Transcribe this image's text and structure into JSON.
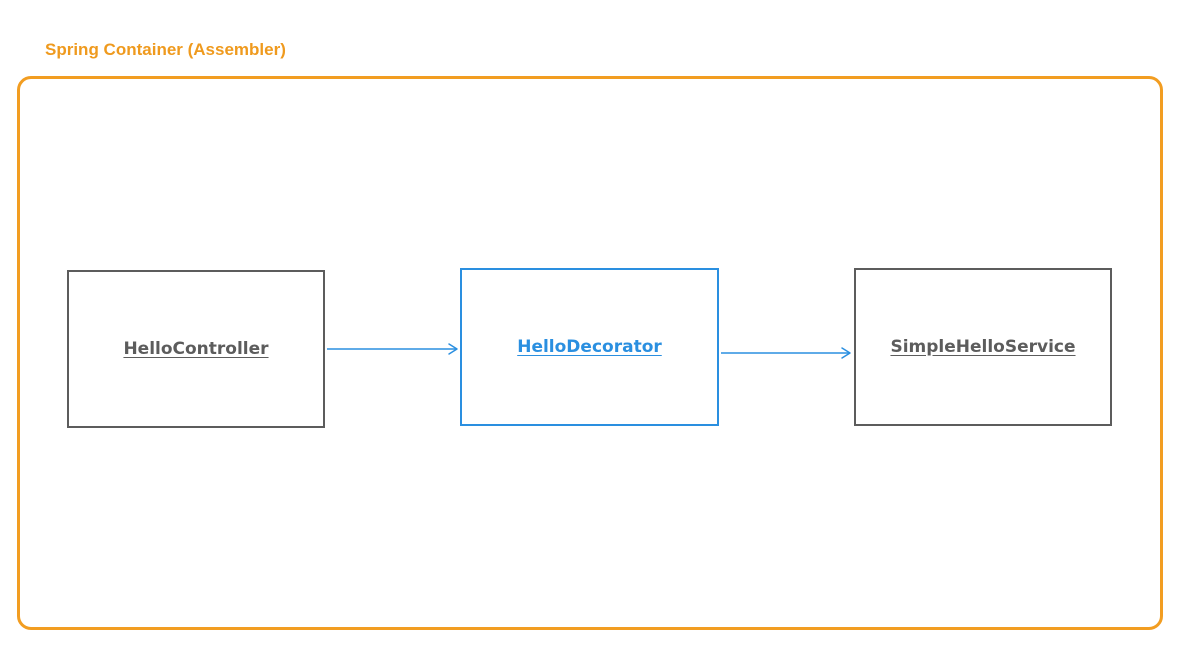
{
  "container": {
    "title": "Spring Container (Assembler)",
    "border_color": "#f29d21",
    "title_color": "#ef9a1e"
  },
  "nodes": [
    {
      "id": "controller",
      "label": "HelloController",
      "color": "#5c5c5c"
    },
    {
      "id": "decorator",
      "label": "HelloDecorator",
      "color": "#2a8fe0"
    },
    {
      "id": "service",
      "label": "SimpleHelloService",
      "color": "#5c5c5c"
    }
  ],
  "edges": [
    {
      "from": "controller",
      "to": "decorator",
      "color": "#2a8fe0"
    },
    {
      "from": "decorator",
      "to": "service",
      "color": "#2a8fe0"
    }
  ]
}
